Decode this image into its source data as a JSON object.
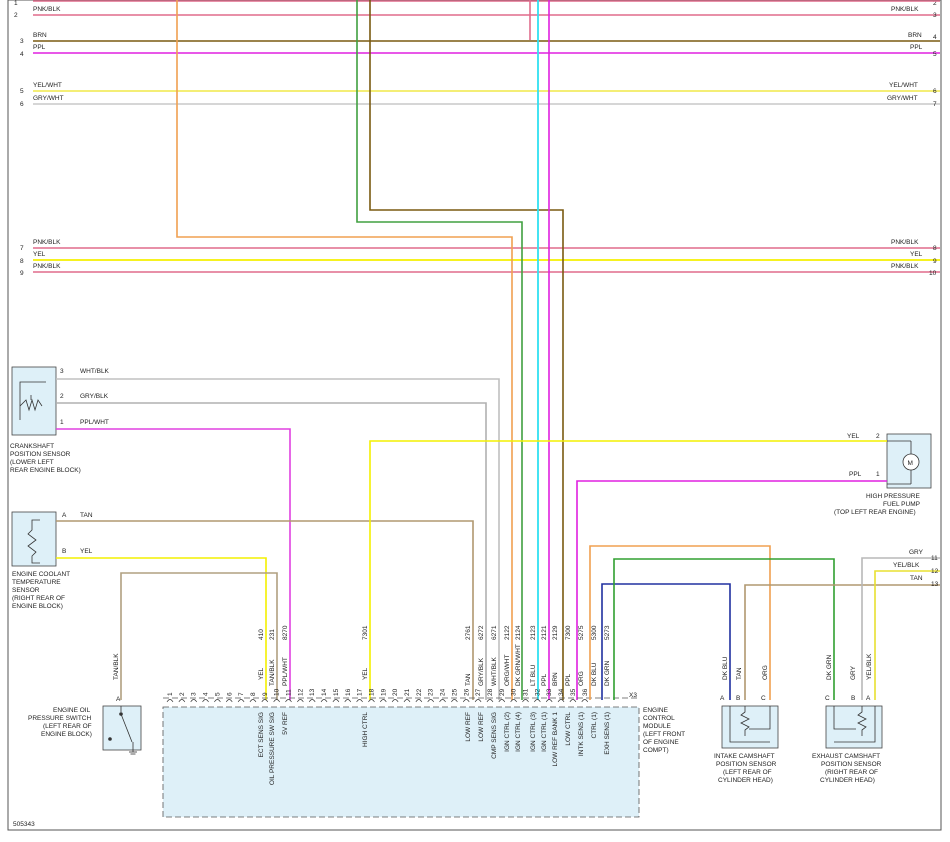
{
  "diagram_id": "505343",
  "colors": {
    "PNK_BLK": "#e06c8c",
    "BRN": "#7a5a10",
    "PPL": "#e020e0",
    "YEL_WHT": "#f0e848",
    "GRY_WHT": "#c8c8c8",
    "YEL": "#f4f000",
    "ORG": "#f0a050",
    "DK_GRN": "#30a030",
    "LT_BLU": "#30e0f0",
    "WHT_BLK": "#c0c0c0",
    "GRY_BLK": "#b0b0b0",
    "TAN": "#b09870",
    "TAN_BLK": "#b0a080",
    "DK_BLU": "#2030a0",
    "GRY": "#b8b8b8",
    "YEL_BLK": "#e8e030",
    "ORG_WHT": "#f0a050",
    "DK_GRN_WHT": "#70b070",
    "PPL_WHT": "#e040e0",
    "module_fill": "#def0f8"
  },
  "bus_rows": [
    {
      "pin_left": "1",
      "pin_right": "2",
      "label": "PNK/BLK",
      "color": "PNK_BLK"
    },
    {
      "pin_left": "2",
      "pin_right": "3",
      "label": "",
      "color": "PNK_BLK"
    },
    {
      "pin_left": "3",
      "pin_right": "4",
      "label": "BRN",
      "color": "BRN"
    },
    {
      "pin_left": "4",
      "pin_right": "5",
      "label": "PPL",
      "color": "PPL"
    },
    {
      "pin_left": "5",
      "pin_right": "6",
      "label": "YEL/WHT",
      "color": "YEL_WHT"
    },
    {
      "pin_left": "6",
      "pin_right": "7",
      "label": "GRY/WHT",
      "color": "GRY_WHT"
    },
    {
      "pin_left": "7",
      "pin_right": "8",
      "label": "PNK/BLK",
      "color": "PNK_BLK"
    },
    {
      "pin_left": "8",
      "pin_right": "9",
      "label": "YEL",
      "color": "YEL"
    },
    {
      "pin_left": "9",
      "pin_right": "10",
      "label": "PNK/BLK",
      "color": "PNK_BLK"
    }
  ],
  "components": {
    "crankshaft": {
      "title_lines": [
        "CRANKSHAFT",
        "POSITION SENSOR",
        "(LOWER LEFT",
        "REAR ENGINE BLOCK)"
      ],
      "pins": [
        {
          "pin": "3",
          "wire": "WHT/BLK"
        },
        {
          "pin": "2",
          "wire": "GRY/BLK"
        },
        {
          "pin": "1",
          "wire": "PPL/WHT"
        }
      ]
    },
    "ect": {
      "title_lines": [
        "ENGINE COOLANT",
        "TEMPERATURE",
        "SENSOR",
        "(RIGHT REAR OF",
        "ENGINE BLOCK)"
      ],
      "pins": [
        {
          "pin": "A",
          "wire": "TAN"
        },
        {
          "pin": "B",
          "wire": "YEL"
        }
      ]
    },
    "fuel_pump": {
      "title_lines": [
        "HIGH PRESSURE",
        "FUEL PUMP",
        "(TOP LEFT REAR ENGINE)"
      ],
      "symbol": "M",
      "pins": [
        {
          "pin": "2",
          "wire": "YEL"
        },
        {
          "pin": "1",
          "wire": "PPL"
        }
      ]
    },
    "oil_switch": {
      "title_lines": [
        "ENGINE OIL",
        "PRESSURE SWITCH",
        "(LEFT REAR OF",
        "ENGINE BLOCK)"
      ],
      "pin": "A",
      "wire": "TAN/BLK"
    },
    "intake_cam": {
      "title_lines": [
        "INTAKE CAMSHAFT",
        "POSITION SENSOR",
        "(LEFT REAR OF",
        "CYLINDER HEAD)"
      ],
      "pins": [
        {
          "pin": "A",
          "wire": "DK BLU"
        },
        {
          "pin": "B",
          "wire": "TAN"
        },
        {
          "pin": "C",
          "wire": "ORG"
        }
      ]
    },
    "exhaust_cam": {
      "title_lines": [
        "EXHAUST CAMSHAFT",
        "POSITION SENSOR",
        "(RIGHT REAR OF",
        "CYLINDER HEAD)"
      ],
      "pins": [
        {
          "pin": "C",
          "wire": "DK GRN"
        },
        {
          "pin": "B",
          "wire": "GRY"
        },
        {
          "pin": "A",
          "wire": "YEL/BLK"
        }
      ]
    },
    "ecm": {
      "title_lines": [
        "ENGINE",
        "CONTROL",
        "MODULE",
        "(LEFT FRONT",
        "OF ENGINE",
        "COMPT)"
      ],
      "connector": "X3"
    },
    "right_bus": {
      "rows": [
        {
          "pin": "11",
          "wire": "GRY"
        },
        {
          "pin": "12",
          "wire": "YEL/BLK"
        },
        {
          "pin": "13",
          "wire": "TAN"
        }
      ]
    }
  },
  "ecm_pins": [
    {
      "pin": "8",
      "circuit": "410",
      "wire": "YEL",
      "function": "ECT SENS SIG"
    },
    {
      "pin": "9",
      "circuit": "231",
      "wire": "TAN/BLK",
      "function": "OIL PRESSURE SW SIG"
    },
    {
      "pin": "10",
      "circuit": "8270",
      "wire": "PPL/WHT",
      "function": "5V REF"
    },
    {
      "pin": "16",
      "circuit": "7301",
      "wire": "YEL",
      "function": "HIGH CTRL"
    },
    {
      "pin": "24",
      "circuit": "2761",
      "wire": "TAN",
      "function": "LOW REF"
    },
    {
      "pin": "25",
      "circuit": "6272",
      "wire": "GRY/BLK",
      "function": "LOW REF"
    },
    {
      "pin": "26",
      "circuit": "6271",
      "wire": "WHT/BLK",
      "function": "CMP SENS SIG"
    },
    {
      "pin": "27",
      "circuit": "2122",
      "wire": "ORG/WHT",
      "function": "IGN CTRL (2)"
    },
    {
      "pin": "28",
      "circuit": "2124",
      "wire": "DK GRN/WHT",
      "function": "IGN CTRL (4)"
    },
    {
      "pin": "29",
      "circuit": "2123",
      "wire": "LT BLU",
      "function": "IGN CTRL (3)"
    },
    {
      "pin": "30",
      "circuit": "2121",
      "wire": "PPL",
      "function": "IGN CTRL (1)"
    },
    {
      "pin": "31",
      "circuit": "2129",
      "wire": "BRN",
      "function": "LOW REF BANK 1"
    },
    {
      "pin": "32",
      "circuit": "7300",
      "wire": "PPL",
      "function": "LOW CTRL"
    },
    {
      "pin": "33",
      "circuit": "5275",
      "wire": "ORG",
      "function": "INTK SENS (1)"
    },
    {
      "pin": "34",
      "circuit": "5300",
      "wire": "DK BLU",
      "function": "CTRL (1)"
    },
    {
      "pin": "35",
      "circuit": "5273",
      "wire": "DK GRN",
      "function": "EXH SENS (1)"
    }
  ],
  "ecm_pin_numbers": [
    "1",
    "2",
    "3",
    "4",
    "5",
    "6",
    "7",
    "8",
    "9",
    "10",
    "11",
    "12",
    "13",
    "14",
    "15",
    "16",
    "17",
    "18",
    "19",
    "20",
    "21",
    "22",
    "23",
    "24",
    "25",
    "26",
    "27",
    "28",
    "29",
    "30",
    "31",
    "32",
    "33",
    "34",
    "35",
    "36"
  ]
}
